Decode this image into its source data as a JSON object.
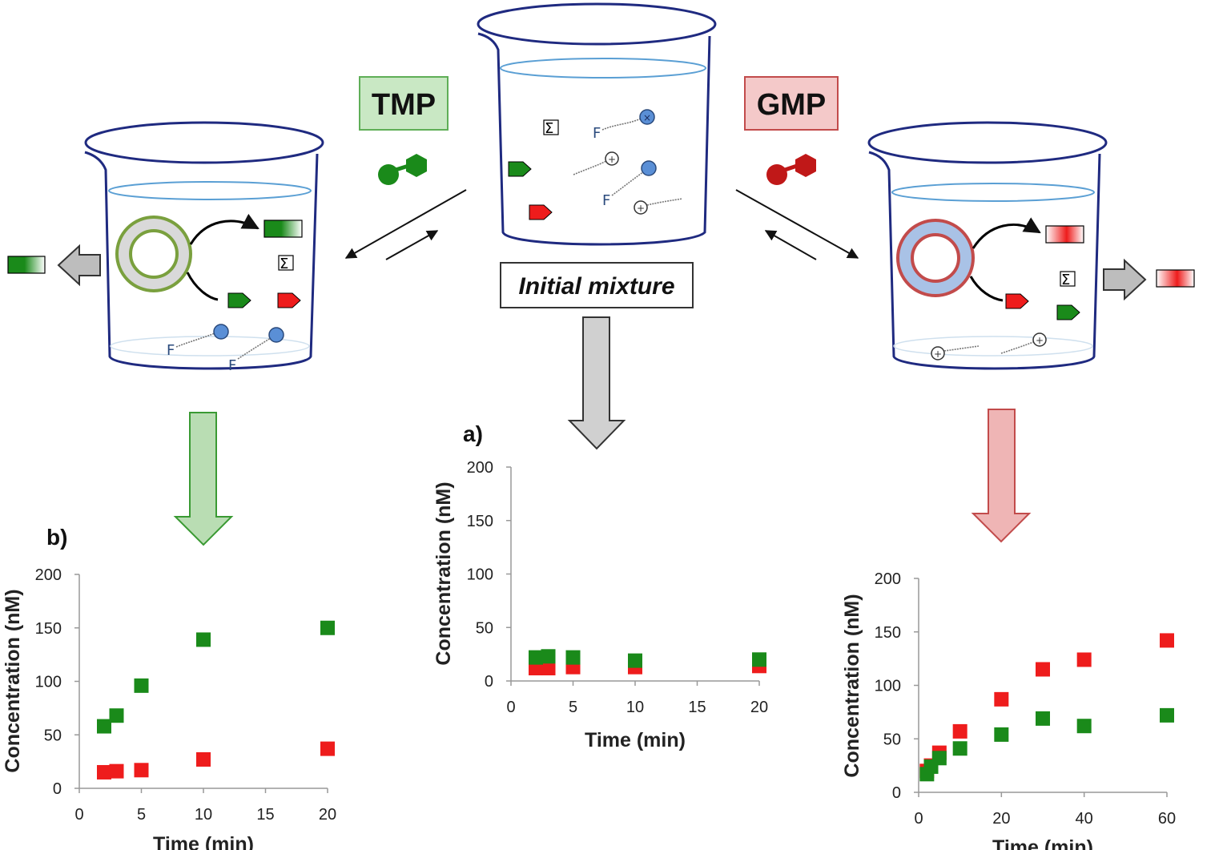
{
  "labels": {
    "tmp": "TMP",
    "gmp": "GMP",
    "initial_mixture": "Initial mixture",
    "panel_a": "a)",
    "panel_b": "b)"
  },
  "colors": {
    "green_series": "#1a8a1a",
    "red_series": "#ee1c1c",
    "tmp_box": "#c9e8c4",
    "gmp_box": "#f4c9c9",
    "glass": "#1f2a80"
  },
  "chart_data": [
    {
      "id": "center-chart",
      "type": "scatter",
      "panel_label": "a)",
      "xlabel": "Time (min)",
      "ylabel": "Concentration (nM)",
      "xlim": [
        0,
        20
      ],
      "ylim": [
        0,
        200
      ],
      "xticks": [
        0,
        5,
        10,
        15,
        20
      ],
      "yticks": [
        0,
        50,
        100,
        150,
        200
      ],
      "grid": false,
      "series": [
        {
          "color": "#ee1c1c",
          "x": [
            2,
            3,
            5,
            10,
            20
          ],
          "y": [
            12,
            12,
            13,
            13,
            14
          ]
        },
        {
          "color": "#1a8a1a",
          "x": [
            2,
            3,
            5,
            10,
            20
          ],
          "y": [
            22,
            23,
            22,
            19,
            20
          ]
        }
      ]
    },
    {
      "id": "left-chart",
      "type": "scatter",
      "panel_label": "b)",
      "xlabel": "Time (min)",
      "ylabel": "Concentration (nM)",
      "xlim": [
        0,
        20
      ],
      "ylim": [
        0,
        200
      ],
      "xticks": [
        0,
        5,
        10,
        15,
        20
      ],
      "yticks": [
        0,
        50,
        100,
        150,
        200
      ],
      "grid": false,
      "series": [
        {
          "color": "#ee1c1c",
          "x": [
            2,
            3,
            5,
            10,
            20
          ],
          "y": [
            15,
            16,
            17,
            27,
            37
          ]
        },
        {
          "color": "#1a8a1a",
          "x": [
            2,
            3,
            5,
            10,
            20
          ],
          "y": [
            58,
            68,
            96,
            139,
            150
          ]
        }
      ]
    },
    {
      "id": "right-chart",
      "type": "scatter",
      "panel_label": "",
      "xlabel": "Time (min)",
      "ylabel": "Concentration (nM)",
      "xlim": [
        0,
        60
      ],
      "ylim": [
        0,
        200
      ],
      "xticks": [
        0,
        20,
        40,
        60
      ],
      "yticks": [
        0,
        50,
        100,
        150,
        200
      ],
      "grid": false,
      "series": [
        {
          "color": "#ee1c1c",
          "x": [
            2,
            3,
            5,
            10,
            20,
            30,
            40,
            60
          ],
          "y": [
            20,
            25,
            37,
            57,
            87,
            115,
            124,
            142
          ]
        },
        {
          "color": "#1a8a1a",
          "x": [
            2,
            3,
            5,
            10,
            20,
            30,
            40,
            60
          ],
          "y": [
            17,
            24,
            32,
            41,
            54,
            69,
            62,
            72
          ]
        }
      ]
    }
  ]
}
